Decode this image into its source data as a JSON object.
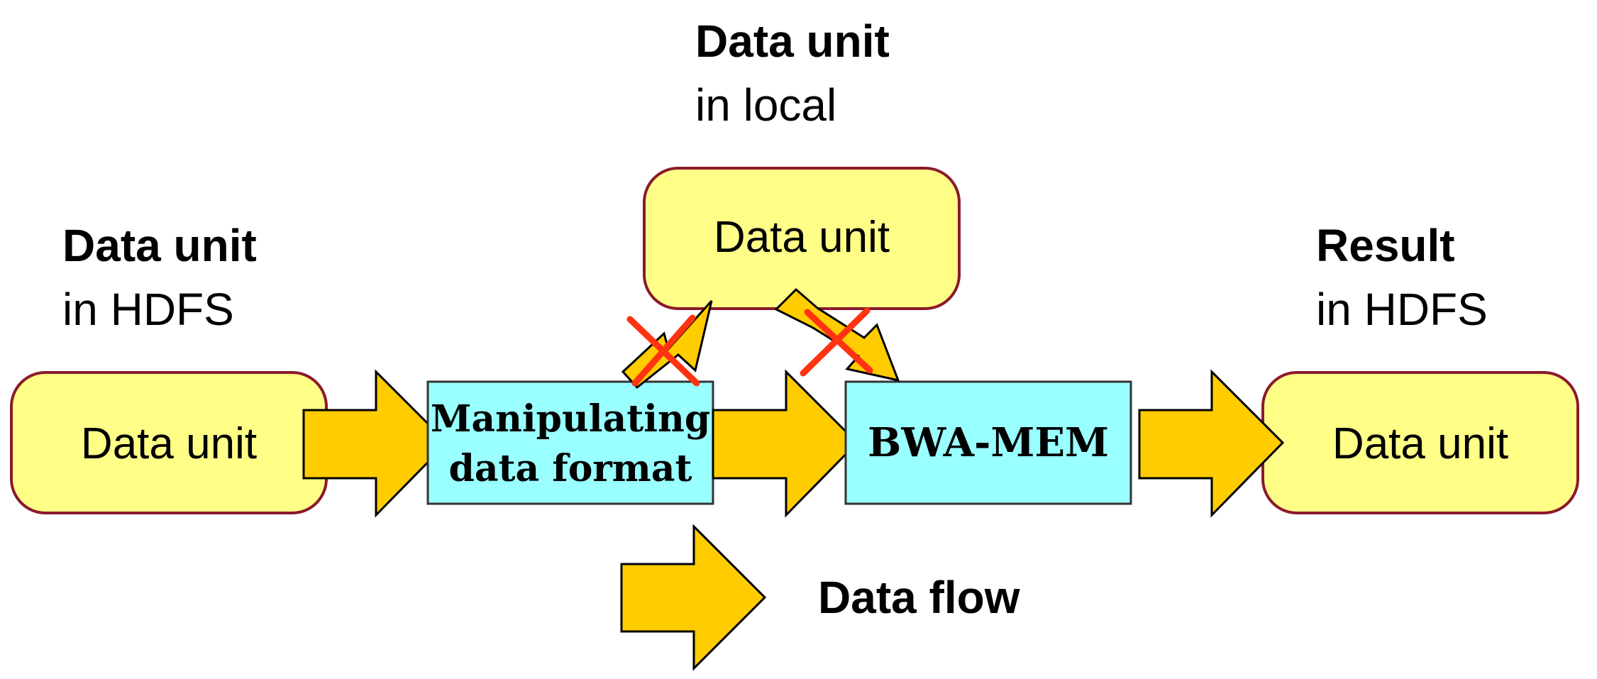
{
  "labels": {
    "hdfs_input_title": "Data unit",
    "hdfs_input_sub": "in HDFS",
    "local_title": "Data unit",
    "local_sub": "in local",
    "result_title": "Result",
    "result_sub": "in HDFS"
  },
  "nodes": {
    "input_unit": "Data unit",
    "local_unit": "Data unit",
    "output_unit": "Data unit",
    "manipulate_line1": "Manipulating",
    "manipulate_line2": "data format",
    "bwa": "BWA-MEM"
  },
  "legend": {
    "data_flow": "Data flow"
  },
  "colors": {
    "data_unit_fill": "#FFFF88",
    "data_unit_stroke": "#8B1A2B",
    "process_fill": "#99FFFF",
    "arrow_fill": "#FFCC00",
    "cross_color": "#FF3311"
  }
}
